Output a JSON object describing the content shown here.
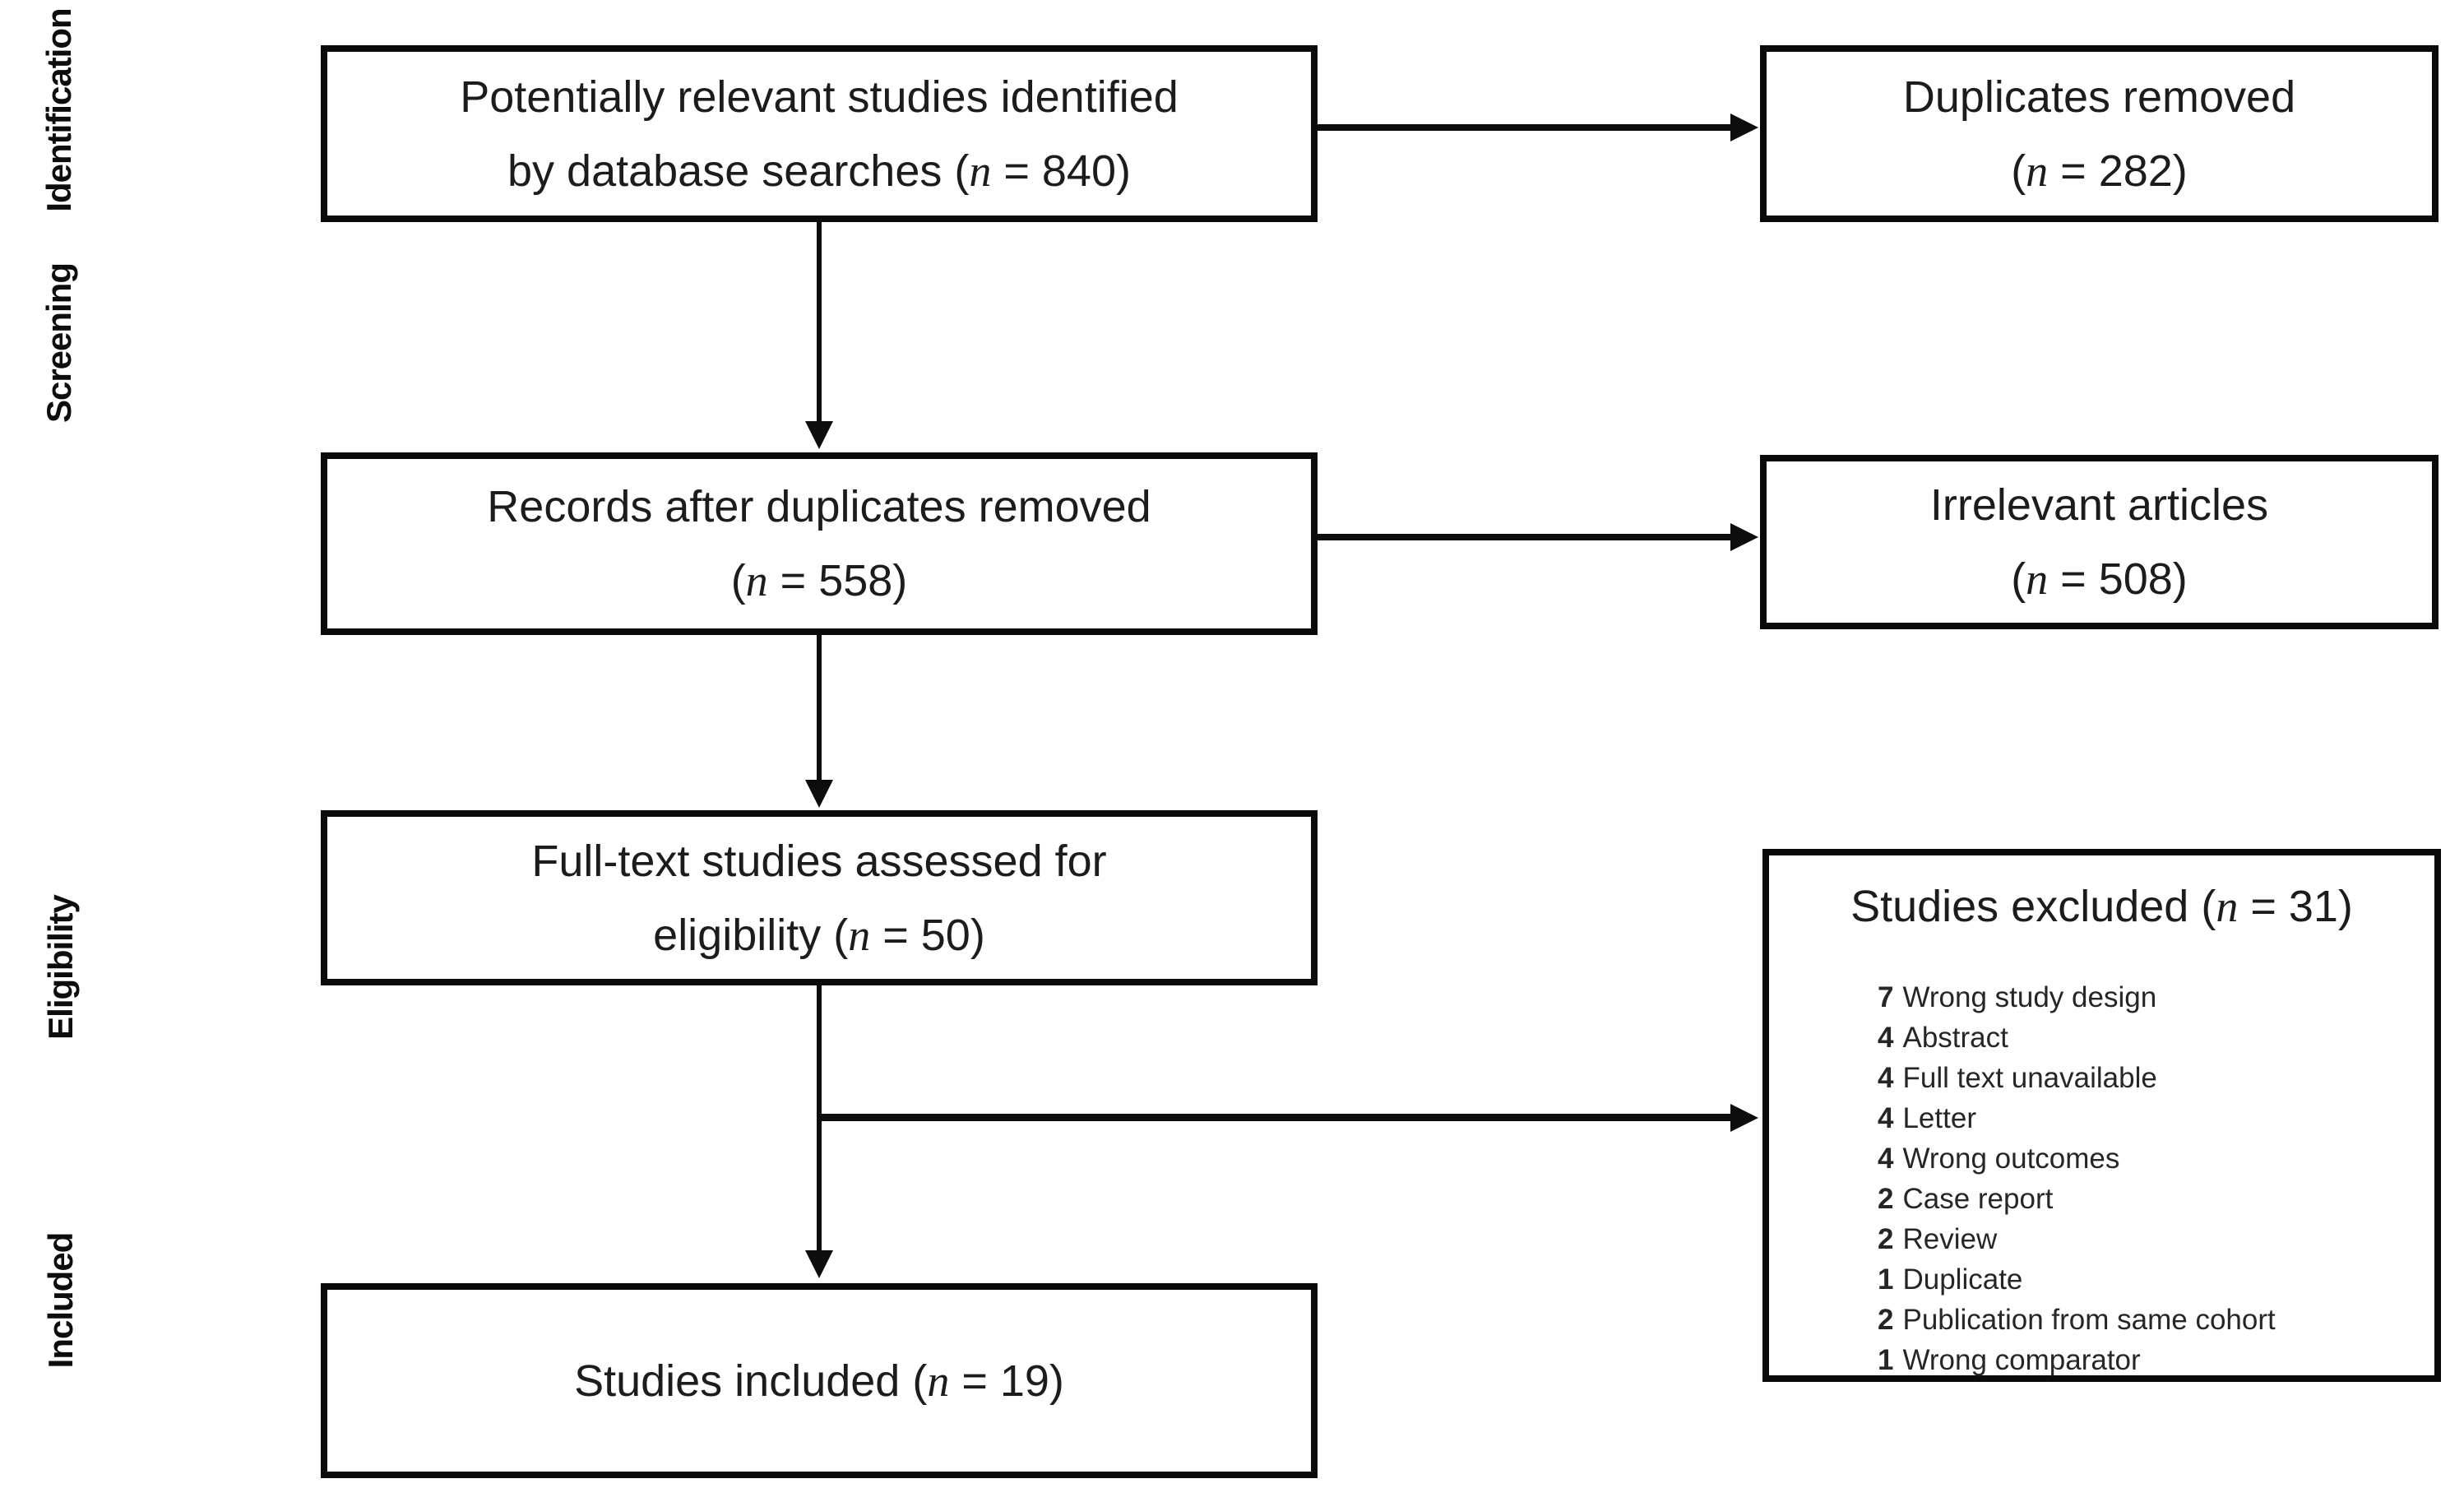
{
  "figure": {
    "type": "prisma-flow-diagram",
    "colors": {
      "background": "#ffffff",
      "line": "#0d0d0d",
      "text": "#1c1c1c"
    },
    "stages": [
      "Identification",
      "Screening",
      "Eligibility",
      "Included"
    ],
    "boxes": {
      "identified": {
        "line1": "Potentially relevant studies identified",
        "line2_pre": "by database searches (",
        "n": "n",
        "line2_post": " = 840)",
        "n_value": 840
      },
      "duplicates_removed": {
        "line1": "Duplicates removed",
        "line2_pre": "(",
        "n": "n",
        "line2_post": " = 282)",
        "n_value": 282
      },
      "records_after_duplicates": {
        "line1": "Records after duplicates removed",
        "line2_pre": "(",
        "n": "n",
        "line2_post": " = 558)",
        "n_value": 558
      },
      "irrelevant_articles": {
        "line1": "Irrelevant articles",
        "line2_pre": "(",
        "n": "n",
        "line2_post": " = 508)",
        "n_value": 508
      },
      "fulltext_assessed": {
        "line1": "Full-text studies assessed for",
        "line2_pre": "eligibility (",
        "n": "n",
        "line2_post": " = 50)",
        "n_value": 50
      },
      "studies_excluded": {
        "title_pre": "Studies excluded (",
        "n": "n",
        "title_post": " = 31)",
        "n_value": 31,
        "reasons": [
          {
            "count": "7",
            "label": "Wrong study design"
          },
          {
            "count": "4",
            "label": "Abstract"
          },
          {
            "count": "4",
            "label": "Full text unavailable"
          },
          {
            "count": "4",
            "label": "Letter"
          },
          {
            "count": "4",
            "label": "Wrong outcomes"
          },
          {
            "count": "2",
            "label": "Case report"
          },
          {
            "count": "2",
            "label": "Review"
          },
          {
            "count": "1",
            "label": "Duplicate"
          },
          {
            "count": "2",
            "label": "Publication from same cohort"
          },
          {
            "count": "1",
            "label": "Wrong comparator"
          }
        ]
      },
      "studies_included": {
        "line_pre": "Studies included (",
        "n": "n",
        "line_post": " = 19)",
        "n_value": 19
      }
    },
    "connections": [
      "identified -> duplicates_removed",
      "identified -> records_after_duplicates",
      "records_after_duplicates -> irrelevant_articles",
      "records_after_duplicates -> fulltext_assessed",
      "fulltext_assessed -> studies_excluded",
      "fulltext_assessed -> studies_included"
    ]
  }
}
